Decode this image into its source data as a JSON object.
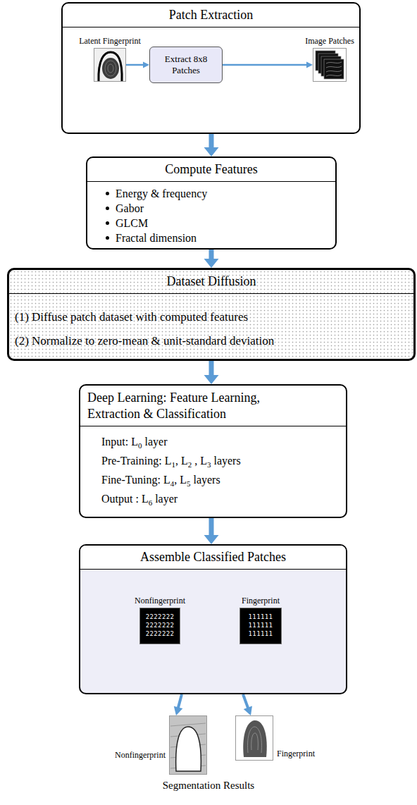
{
  "diagram": {
    "nodes": [
      {
        "text": [
          "Patch Extraction"
        ]
      },
      {
        "text": [
          "Latent Fingerprint"
        ],
        "in": 0
      },
      {
        "text": [
          "Extract 8x8 Patches"
        ],
        "in": 0
      },
      {
        "text": [
          "Image Patches"
        ],
        "in": 0
      },
      {
        "text": [
          "Compute Features",
          "Energy & frequency",
          "Gabor",
          "GLCM",
          "Fractal dimension"
        ]
      },
      {
        "text": [
          "Dataset Diffusion",
          "(1) Diffuse patch dataset with computed features",
          "(2) Normalize to zero-mean & unit-standard deviation"
        ]
      },
      {
        "text": [
          "Deep Learning: Feature Learning, Extraction & Classification",
          "Input: L0 layer",
          "Pre-Training: L1, L2 , L3 layers",
          "Fine-Tuning: L4, L5 layers",
          "Output : L6 layer"
        ]
      },
      {
        "text": [
          "Assemble Classified Patches"
        ]
      },
      {
        "text": [
          "Nonfingerprint",
          "2222222 2222222 2222222"
        ],
        "in": 7
      },
      {
        "text": [
          "Fingerprint",
          "111111 111111 111111"
        ],
        "in": 7
      },
      {
        "text": [
          "Nonfingerprint"
        ]
      },
      {
        "text": [
          "Fingerprint"
        ]
      }
    ],
    "edges": [
      {
        "from": 1,
        "to": 2,
        "arrow": "to"
      },
      {
        "from": 2,
        "to": 3,
        "arrow": "to"
      },
      {
        "from": 0,
        "to": 4,
        "arrow": "to"
      },
      {
        "from": 4,
        "to": 5,
        "arrow": "to"
      },
      {
        "from": 5,
        "to": 6,
        "arrow": "to"
      },
      {
        "from": 6,
        "to": 7,
        "arrow": "to"
      },
      {
        "from": 7,
        "to": 10,
        "arrow": "to"
      },
      {
        "from": 7,
        "to": 11,
        "arrow": "to"
      }
    ],
    "labels": [
      "Segmentation Results"
    ]
  }
}
